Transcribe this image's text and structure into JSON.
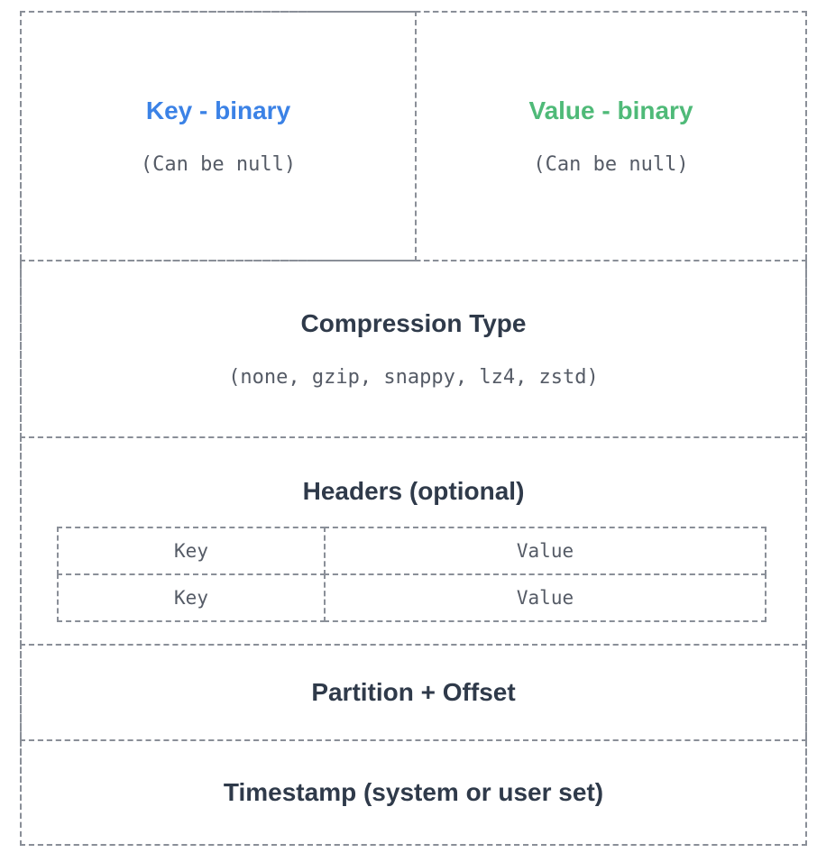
{
  "key_box": {
    "title": "Key - binary",
    "note": "(Can be null)",
    "title_color": "#3b82e6"
  },
  "value_box": {
    "title": "Value - binary",
    "note": "(Can be null)",
    "title_color": "#4fba78"
  },
  "compression": {
    "title": "Compression Type",
    "options": "(none, gzip, snappy, lz4, zstd)"
  },
  "headers": {
    "title": "Headers (optional)",
    "rows": [
      {
        "key": "Key",
        "value": "Value"
      },
      {
        "key": "Key",
        "value": "Value"
      }
    ]
  },
  "partition": {
    "title": "Partition + Offset"
  },
  "timestamp": {
    "title": "Timestamp (system or user set)"
  }
}
